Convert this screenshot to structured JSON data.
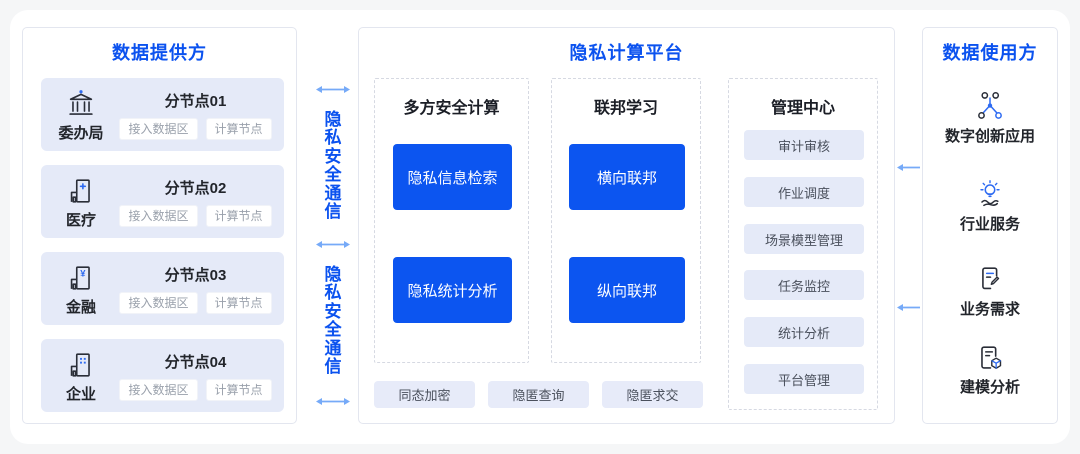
{
  "provider": {
    "title": "数据提供方",
    "nodes": [
      {
        "name": "分节点01",
        "org": "委办局",
        "icon": "government-building-icon",
        "tag1": "接入数据区",
        "tag2": "计算节点"
      },
      {
        "name": "分节点02",
        "org": "医疗",
        "icon": "hospital-building-icon",
        "tag1": "接入数据区",
        "tag2": "计算节点"
      },
      {
        "name": "分节点03",
        "org": "金融",
        "icon": "finance-building-icon",
        "tag1": "接入数据区",
        "tag2": "计算节点"
      },
      {
        "name": "分节点04",
        "org": "企业",
        "icon": "enterprise-building-icon",
        "tag1": "接入数据区",
        "tag2": "计算节点"
      }
    ]
  },
  "comm_links": {
    "top_label": "隐私安全通信",
    "bottom_label": "隐私安全通信"
  },
  "platform": {
    "title": "隐私计算平台",
    "mpc": {
      "title": "多方安全计算",
      "button1": "隐私信息检索",
      "button2": "隐私统计分析"
    },
    "federated": {
      "title": "联邦学习",
      "button1": "横向联邦",
      "button2": "纵向联邦"
    },
    "management": {
      "title": "管理中心",
      "items": [
        "审计审核",
        "作业调度",
        "场景模型管理",
        "任务监控",
        "统计分析",
        "平台管理"
      ]
    },
    "capabilities": [
      "同态加密",
      "隐匿查询",
      "隐匿求交"
    ]
  },
  "consumer": {
    "title": "数据使用方",
    "items": [
      {
        "label": "数字创新应用",
        "icon": "network-nodes-icon"
      },
      {
        "label": "行业服务",
        "icon": "lightbulb-service-icon"
      },
      {
        "label": "业务需求",
        "icon": "document-edit-icon"
      },
      {
        "label": "建模分析",
        "icon": "document-model-icon"
      }
    ]
  },
  "colors": {
    "accent_blue": "#0B52EF",
    "button_blue": "#0C55F0",
    "card_lavender": "#E5EAF8",
    "arrow_blue": "#76AAF8",
    "icon_dark": "#2A2E38",
    "icon_blue": "#2E6BF2"
  }
}
